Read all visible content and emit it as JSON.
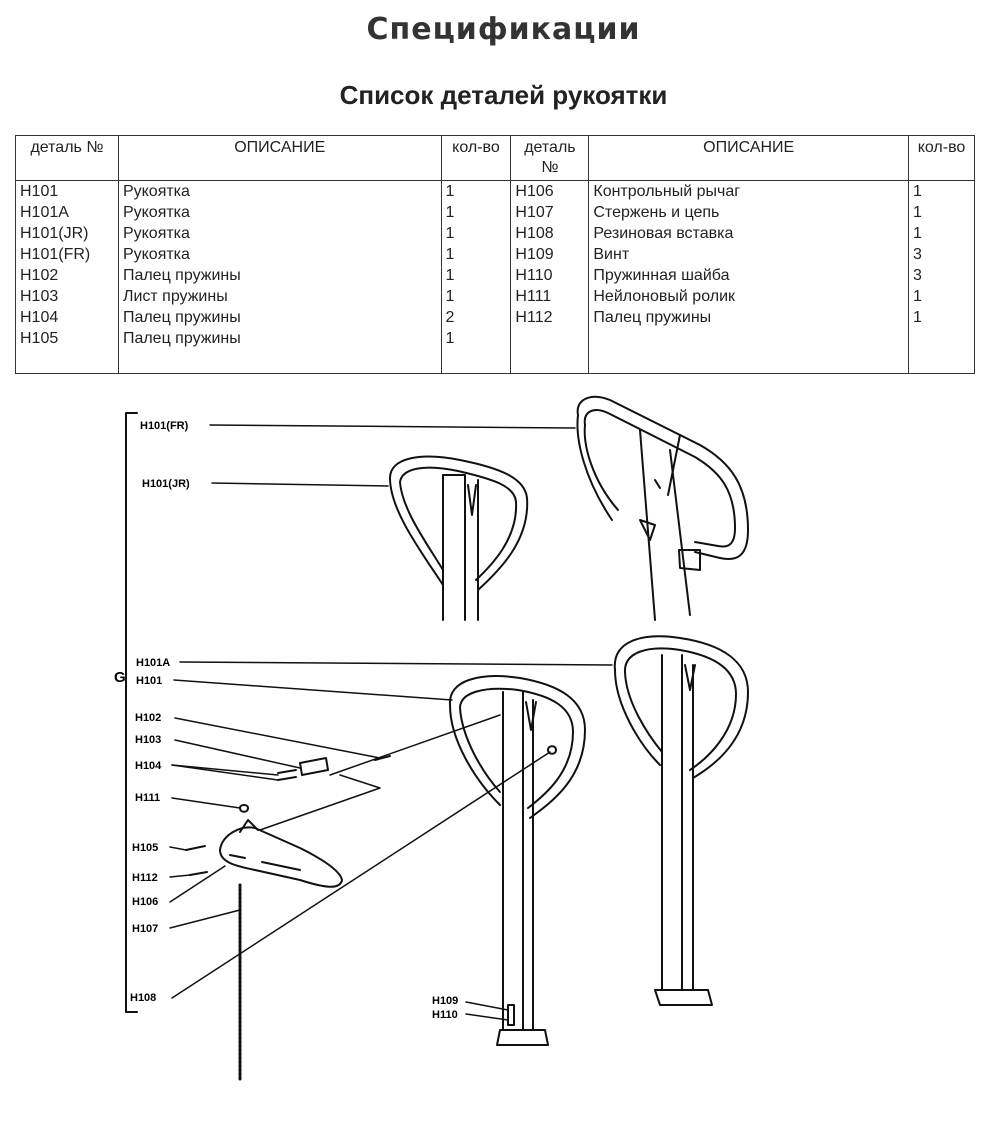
{
  "header": {
    "title": "Спецификации",
    "subtitle": "Список деталей рукоятки"
  },
  "table": {
    "columns": [
      "деталь №",
      "ОПИСАНИЕ",
      "кол-во",
      "деталь №",
      "ОПИСАНИЕ",
      "кол-во"
    ],
    "left": [
      {
        "part": "H101",
        "desc": "Рукоятка",
        "qty": "1"
      },
      {
        "part": "H101A",
        "desc": "Рукоятка",
        "qty": "1"
      },
      {
        "part": "H101(JR)",
        "desc": "Рукоятка",
        "qty": "1"
      },
      {
        "part": "H101(FR)",
        "desc": "Рукоятка",
        "qty": "1"
      },
      {
        "part": "H102",
        "desc": "Палец пружины",
        "qty": "1"
      },
      {
        "part": "H103",
        "desc": "Лист пружины",
        "qty": "1"
      },
      {
        "part": "H104",
        "desc": "Палец пружины",
        "qty": "2"
      },
      {
        "part": "H105",
        "desc": "Палец пружины",
        "qty": "1"
      }
    ],
    "right": [
      {
        "part": "H106",
        "desc": "Контрольный рычаг",
        "qty": "1"
      },
      {
        "part": "H107",
        "desc": "Стержень и цепь",
        "qty": "1"
      },
      {
        "part": "H108",
        "desc": "Резиновая вставка",
        "qty": "1"
      },
      {
        "part": "H109",
        "desc": "Винт",
        "qty": "3"
      },
      {
        "part": "H110",
        "desc": "Пружинная шайба",
        "qty": "3"
      },
      {
        "part": "H111",
        "desc": "Нейлоновый ролик",
        "qty": "1"
      },
      {
        "part": "H112",
        "desc": "Палец пружины",
        "qty": "1"
      }
    ]
  },
  "diagram": {
    "group_label": "G",
    "labels": {
      "h101fr": "H101(FR)",
      "h101jr": "H101(JR)",
      "h101a": "H101A",
      "h101": "H101",
      "h102": "H102",
      "h103": "H103",
      "h104": "H104",
      "h111": "H111",
      "h105": "H105",
      "h112": "H112",
      "h106": "H106",
      "h107": "H107",
      "h108": "H108",
      "h109": "H109",
      "h110": "H110"
    }
  }
}
